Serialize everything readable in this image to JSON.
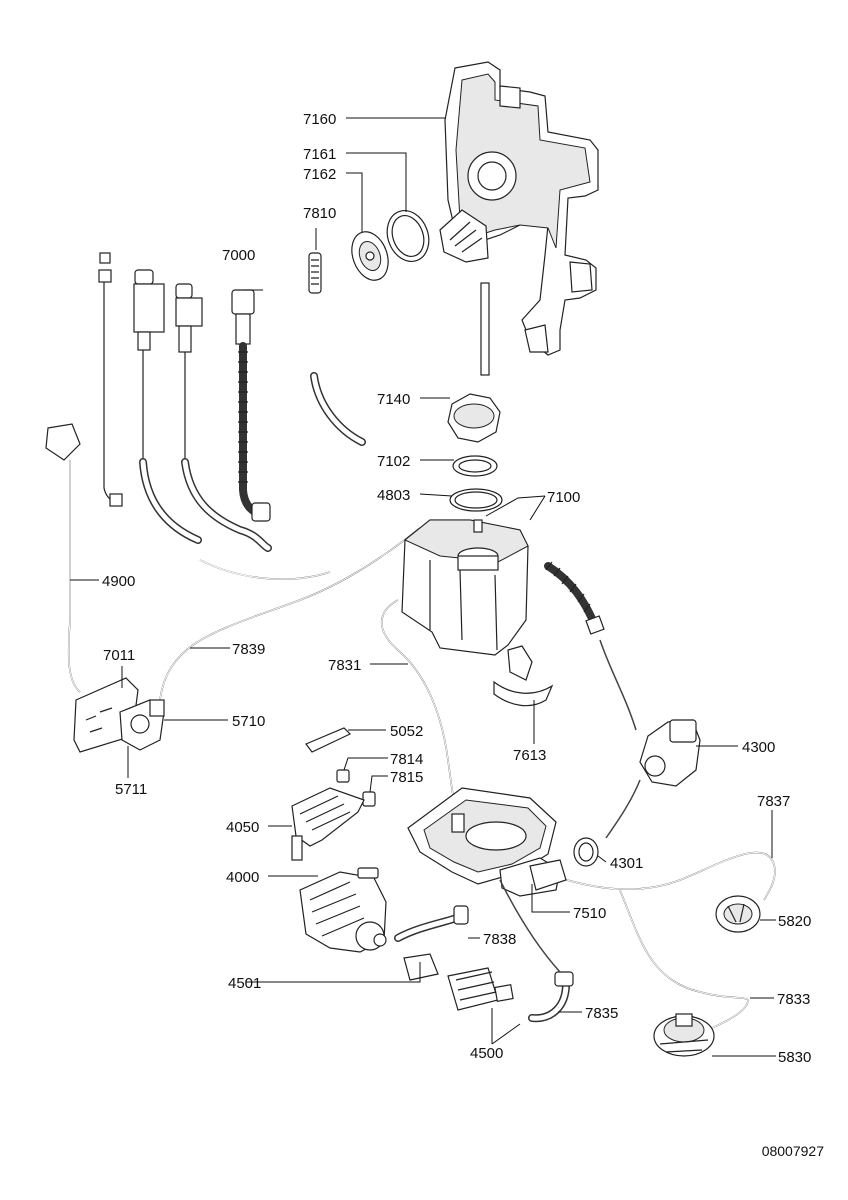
{
  "drawing_code": "08007927",
  "labels": {
    "l7160": "7160",
    "l7161": "7161",
    "l7162": "7162",
    "l7810": "7810",
    "l7000": "7000",
    "l7140": "7140",
    "l7102": "7102",
    "l4803": "4803",
    "l7100": "7100",
    "l4900": "4900",
    "l7839": "7839",
    "l7831": "7831",
    "l7011": "7011",
    "l5710": "5710",
    "l5711": "5711",
    "l5052": "5052",
    "l7613": "7613",
    "l4300": "4300",
    "l7814": "7814",
    "l7815": "7815",
    "l7837": "7837",
    "l4050": "4050",
    "l4301": "4301",
    "l4000": "4000",
    "l7510": "7510",
    "l5820": "5820",
    "l7838": "7838",
    "l4501": "4501",
    "l7833": "7833",
    "l7835": "7835",
    "l4500": "4500",
    "l5830": "5830"
  }
}
